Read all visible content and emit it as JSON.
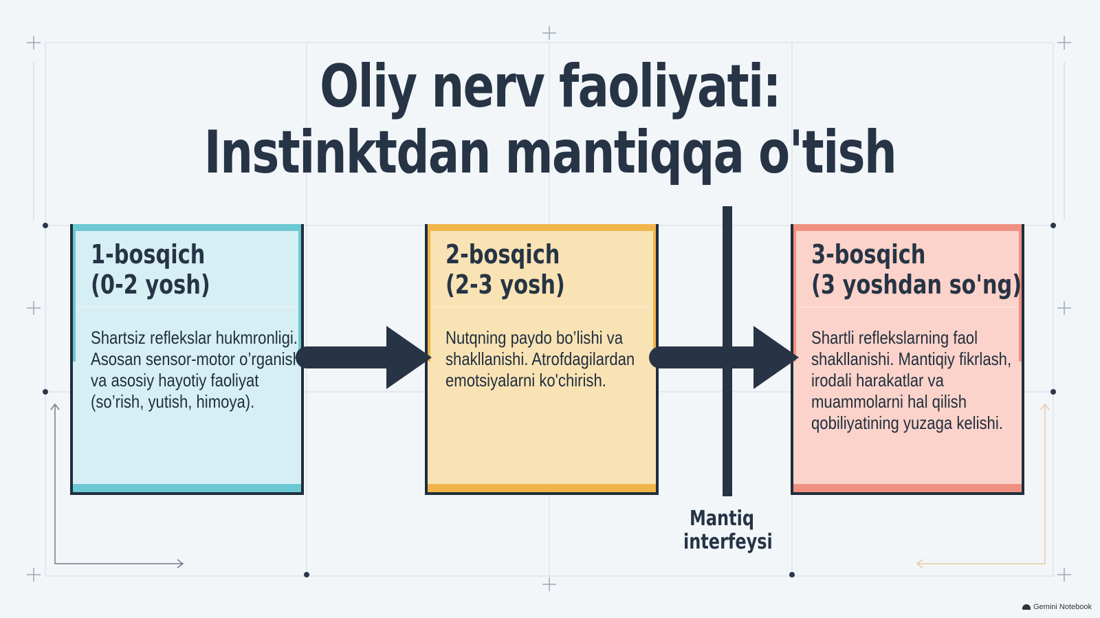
{
  "title": {
    "line1": "Oliy nerv faoliyati:",
    "line2": "Instinktdan mantiqqa o'tish"
  },
  "stages": [
    {
      "label_line1": "1-bosqich",
      "label_line2": "(0-2 yosh)",
      "description": "Shartsiz reflekslar hukmronligi. Asosan sensor-motor o’rganish va asosiy hayotiy faoliyat (so’rish, yutish, himoya).",
      "accent_color": "#6cc8d3",
      "fill_color": "#d6eff4"
    },
    {
      "label_line1": "2-bosqich",
      "label_line2": "(2-3 yosh)",
      "description": "Nutqning paydo bo’lishi va shakllanishi. Atrofdagilardan emotsiyalarni ko'chirish.",
      "accent_color": "#f0b54a",
      "fill_color": "#f9e3b5"
    },
    {
      "label_line1": "3-bosqich",
      "label_line2": "(3 yoshdan so'ng)",
      "description": "Shartli reflekslarning faol shakllanishi. Mantiqiy fikrlash, irodali harakatlar va muammolarni hal qilish qobiliyatining yuzaga kelishi.",
      "accent_color": "#ef9180",
      "fill_color": "#fbd3ca"
    }
  ],
  "interface_label": {
    "line1": "Mantiq",
    "line2": "interfeysi"
  },
  "brand": "Gemini Notebook",
  "colors": {
    "ink": "#263445",
    "background": "#f3f6f9"
  },
  "icons": {
    "arrow": "right-arrow-icon",
    "brand": "notebook-logo-icon"
  }
}
